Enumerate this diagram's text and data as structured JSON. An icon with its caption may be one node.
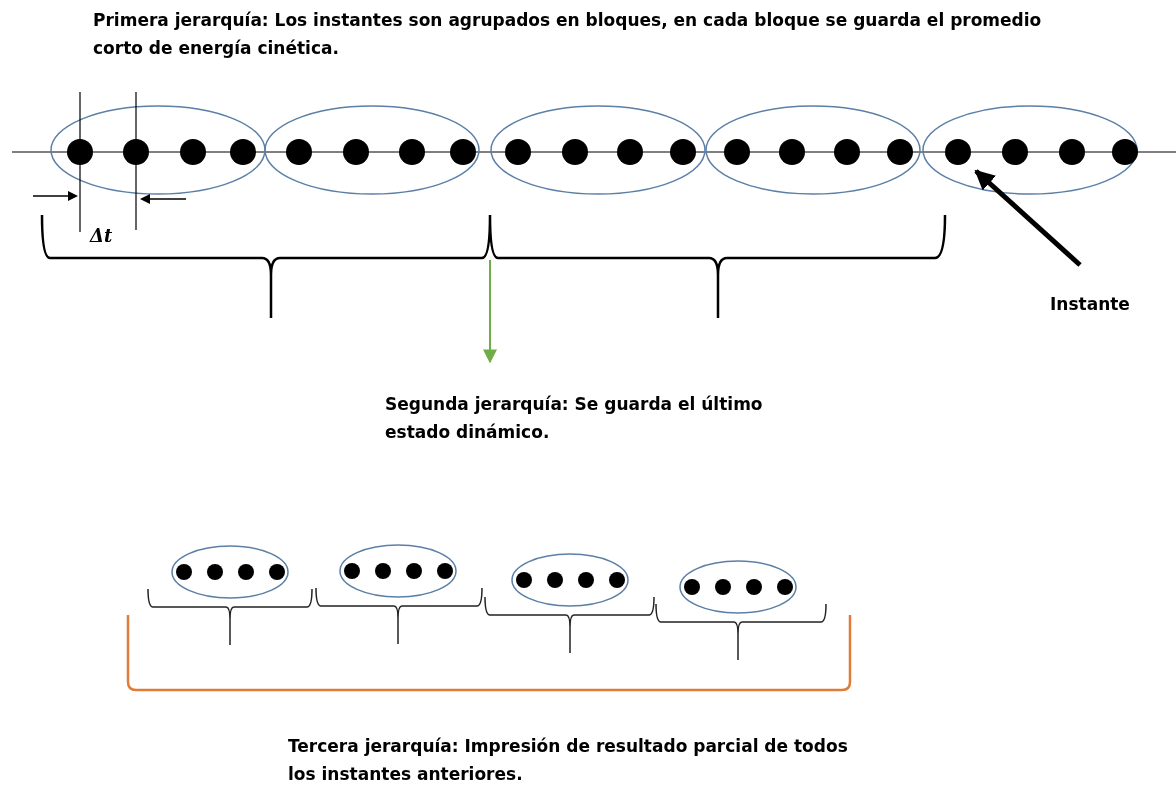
{
  "diagram": {
    "nodes": [
      {
        "text": [
          "Instante"
        ]
      },
      {
        "text": [],
        "shape": "circle"
      },
      {
        "text": [
          "Segunda jerarquía: Se guarda el último estado dinámico."
        ]
      }
    ],
    "edges": [
      {
        "from": 0,
        "to": 1,
        "arrow": "to",
        "style": "thick"
      },
      {
        "from": null,
        "to": 2,
        "arrow": "to",
        "color": "#70ad47"
      }
    ],
    "labels": [
      "Primera jerarquía: Los instantes son agrupados en bloques, en cada bloque se guarda el promedio corto de energía cinética.",
      "Δt",
      "Tercera jerarquía: Impresión de resultado parcial de todos los instantes anteriores."
    ]
  }
}
